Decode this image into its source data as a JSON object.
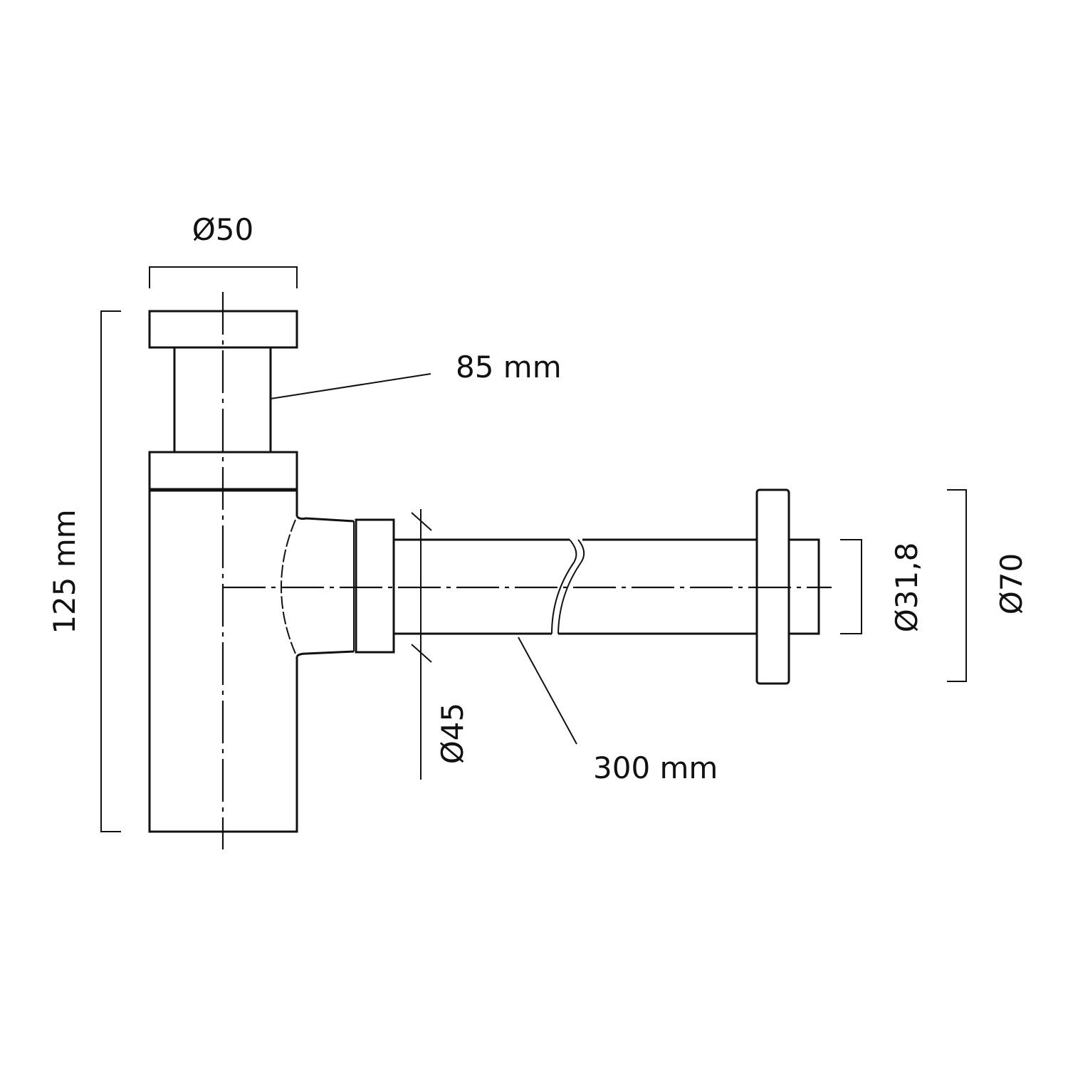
{
  "drawing": {
    "title": "Bottle trap dimensional drawing",
    "line_color": "#111111",
    "dimensions": {
      "top_diameter": "Ø50",
      "stem_height": "85 mm",
      "total_height": "125 mm",
      "nut_diameter": "Ø45",
      "pipe_length": "300 mm",
      "pipe_diameter": "Ø31,8",
      "flange_diameter": "Ø70"
    }
  }
}
